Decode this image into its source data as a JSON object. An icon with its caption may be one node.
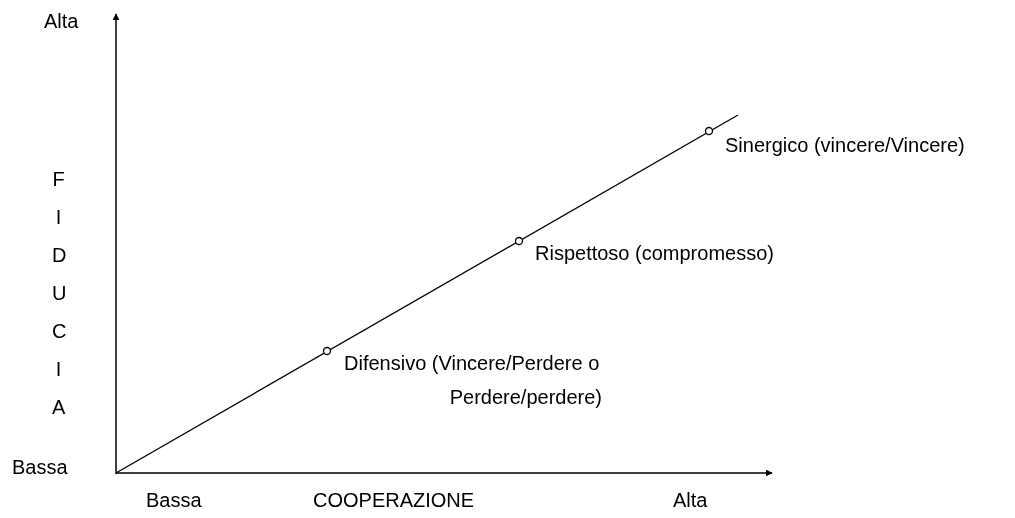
{
  "diagram": {
    "labels": [
      "Alta",
      "Sinergico (vincere/Vincere)",
      "FIDUCIA",
      "Rispettoso (compromesso)",
      "Difensivo (Vincere/Perdere o Perdere/perdere)",
      "Bassa",
      "Bassa",
      "COOPERAZIONE",
      "Alta"
    ]
  }
}
